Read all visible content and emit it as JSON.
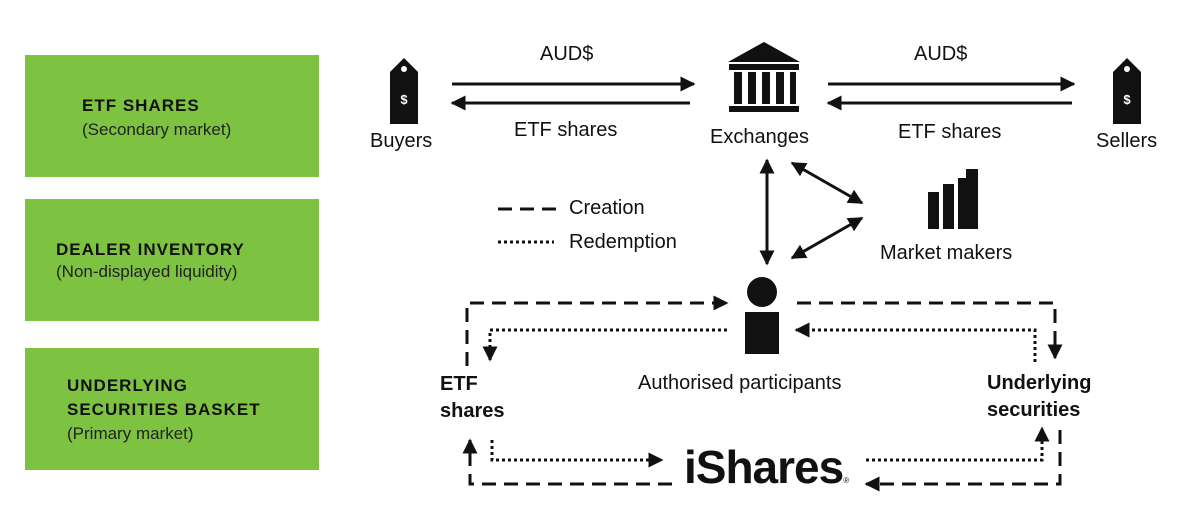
{
  "panels": [
    {
      "title": "ETF SHARES",
      "subtitle": "(Secondary market)"
    },
    {
      "title": "DEALER INVENTORY",
      "subtitle": "(Non-displayed liquidity)"
    },
    {
      "title_line1": "UNDERLYING",
      "title_line2": "SECURITIES BASKET",
      "subtitle": "(Primary market)"
    }
  ],
  "actors": {
    "buyers": "Buyers",
    "exchanges": "Exchanges",
    "sellers": "Sellers",
    "market_makers": "Market makers",
    "authorised_participants": "Authorised participants",
    "etf_shares_line1": "ETF",
    "etf_shares_line2": "shares",
    "underlying_line1": "Underlying",
    "underlying_line2": "securities"
  },
  "flows": {
    "left_top": "AUD$",
    "left_bottom": "ETF shares",
    "right_top": "AUD$",
    "right_bottom": "ETF shares"
  },
  "legend": {
    "creation": "Creation",
    "redemption": "Redemption"
  },
  "brand": {
    "name": "iShares",
    "mark": "®"
  },
  "colors": {
    "panel_green": "#7ec242",
    "ink": "#111111"
  }
}
